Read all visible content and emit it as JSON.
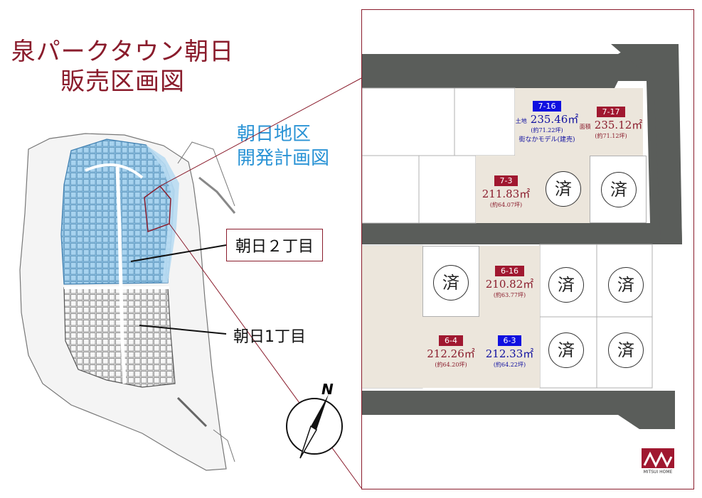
{
  "title_line1": "泉パークタウン朝日",
  "title_line2": "販売区画図",
  "subtitle_line1": "朝日地区",
  "subtitle_line2": "開発計画図",
  "callout_2chome": "朝日２丁目",
  "callout_1chome": "朝日1丁目",
  "compass_label": "N",
  "sold_mark": "済",
  "land_label_a": "土地",
  "land_label_b": "面積",
  "brand_name": "MITSUI HOME",
  "lots": {
    "l716": {
      "id": "7-16",
      "area": "235.46㎡",
      "tsubo": "(約71.22坪)",
      "note": "街なかモデル(建売)"
    },
    "l717": {
      "id": "7-17",
      "area": "235.12㎡",
      "tsubo": "(約71.12坪)"
    },
    "l73": {
      "id": "7-3",
      "area": "211.83㎡",
      "tsubo": "(約64.07坪)"
    },
    "l616": {
      "id": "6-16",
      "area": "210.82㎡",
      "tsubo": "(約63.77坪)"
    },
    "l64": {
      "id": "6-4",
      "area": "212.26㎡",
      "tsubo": "(約64.20坪)"
    },
    "l63": {
      "id": "6-3",
      "area": "212.33㎡",
      "tsubo": "(約64.22坪)"
    }
  },
  "colors": {
    "brand_red": "#8a1c2c",
    "sky_blue": "#2a93d5",
    "tag_blue": "#1010e0",
    "tag_red": "#a01830",
    "road_gray": "#5a5d5a",
    "lot_beige": "#ece6dc"
  }
}
